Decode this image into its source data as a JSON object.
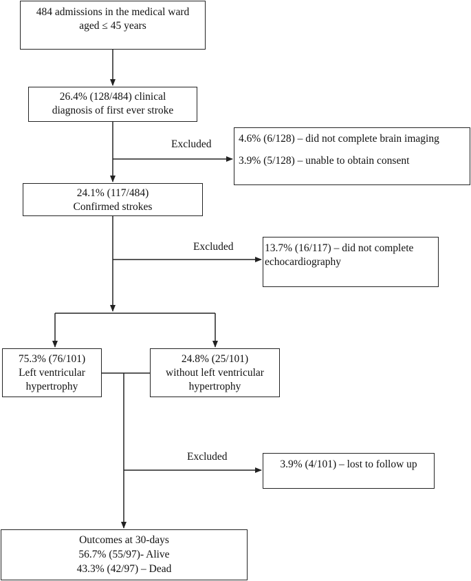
{
  "nodes": {
    "admissions": [
      "484 admissions in the medical ward",
      "aged ≤ 45 years"
    ],
    "clinical": [
      "26.4% (128/484) clinical",
      "diagnosis of first ever stroke"
    ],
    "excluded1": [
      "4.6% (6/128) – did not complete brain imaging",
      "3.9% (5/128) – unable to obtain consent"
    ],
    "confirmed": [
      "24.1% (117/484)",
      "Confirmed strokes"
    ],
    "excluded2": [
      "13.7% (16/117) – did not complete",
      "echocardiography"
    ],
    "lvh": [
      "75.3% (76/101)",
      "Left ventricular",
      "hypertrophy"
    ],
    "no_lvh": [
      "24.8% (25/101)",
      "without left ventricular",
      "hypertrophy"
    ],
    "excluded3": [
      "3.9% (4/101) – lost to follow up"
    ],
    "outcomes": [
      "Outcomes at 30-days",
      "56.7% (55/97)- Alive",
      "43.3% (42/97) – Dead"
    ]
  },
  "edge_labels": {
    "excluded_a": "Excluded",
    "excluded_b": "Excluded",
    "excluded_c": "Excluded"
  }
}
